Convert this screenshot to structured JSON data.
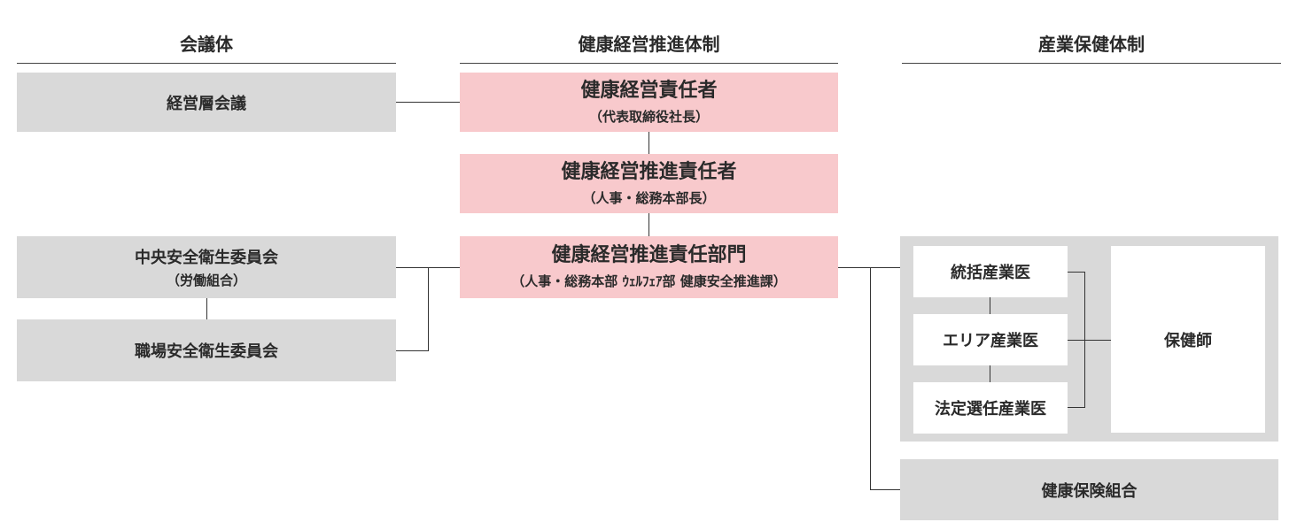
{
  "headers": {
    "council": "会議体",
    "promotion": "健康経営推進体制",
    "occupational": "産業保健体制"
  },
  "council": {
    "management_meeting": "経営層会議",
    "central_committee": "中央安全衛生委員会",
    "central_committee_note": "（労働組合）",
    "workplace_committee": "職場安全衛生委員会"
  },
  "promotion": {
    "chief_officer": "健康経営責任者",
    "chief_officer_note": "（代表取締役社長）",
    "promotion_officer": "健康経営推進責任者",
    "promotion_officer_note": "（人事・総務本部長）",
    "promotion_department": "健康経営推進責任部門",
    "promotion_department_note": "（人事・総務本部 ｳｪﾙﾌｪｱ部 健康安全推進課）"
  },
  "occupational": {
    "chief_physician": "統括産業医",
    "area_physician": "エリア産業医",
    "statutory_physician": "法定選任産業医",
    "public_health_nurse": "保健師",
    "health_insurance_union": "健康保険組合"
  }
}
